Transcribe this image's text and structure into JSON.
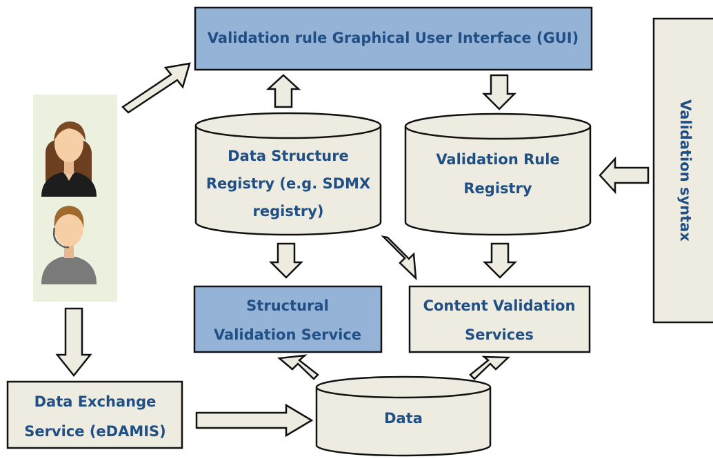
{
  "colors": {
    "blue_box": "#95b3d7",
    "beige_box": "#eeece1",
    "user_panel": "#ebf1de",
    "label_text": "#1f4f85",
    "outline": "#111111"
  },
  "gui": {
    "label": "Validation rule Graphical User Interface (GUI)"
  },
  "data_structure_registry": {
    "lines": [
      "Data Structure",
      "Registry (e.g. SDMX",
      "registry)"
    ]
  },
  "validation_rule_registry": {
    "lines": [
      "Validation Rule",
      "Registry"
    ]
  },
  "structural_validation": {
    "lines": [
      "Structural",
      "Validation Service"
    ]
  },
  "content_validation": {
    "lines": [
      "Content Validation",
      "Services"
    ]
  },
  "data_exchange": {
    "lines": [
      "Data Exchange",
      "Service (eDAMIS)"
    ]
  },
  "data_store": {
    "label": "Data"
  },
  "validation_syntax": {
    "label": "Validation syntax"
  },
  "users": {
    "icons": [
      "female-user-icon",
      "male-user-icon"
    ]
  }
}
